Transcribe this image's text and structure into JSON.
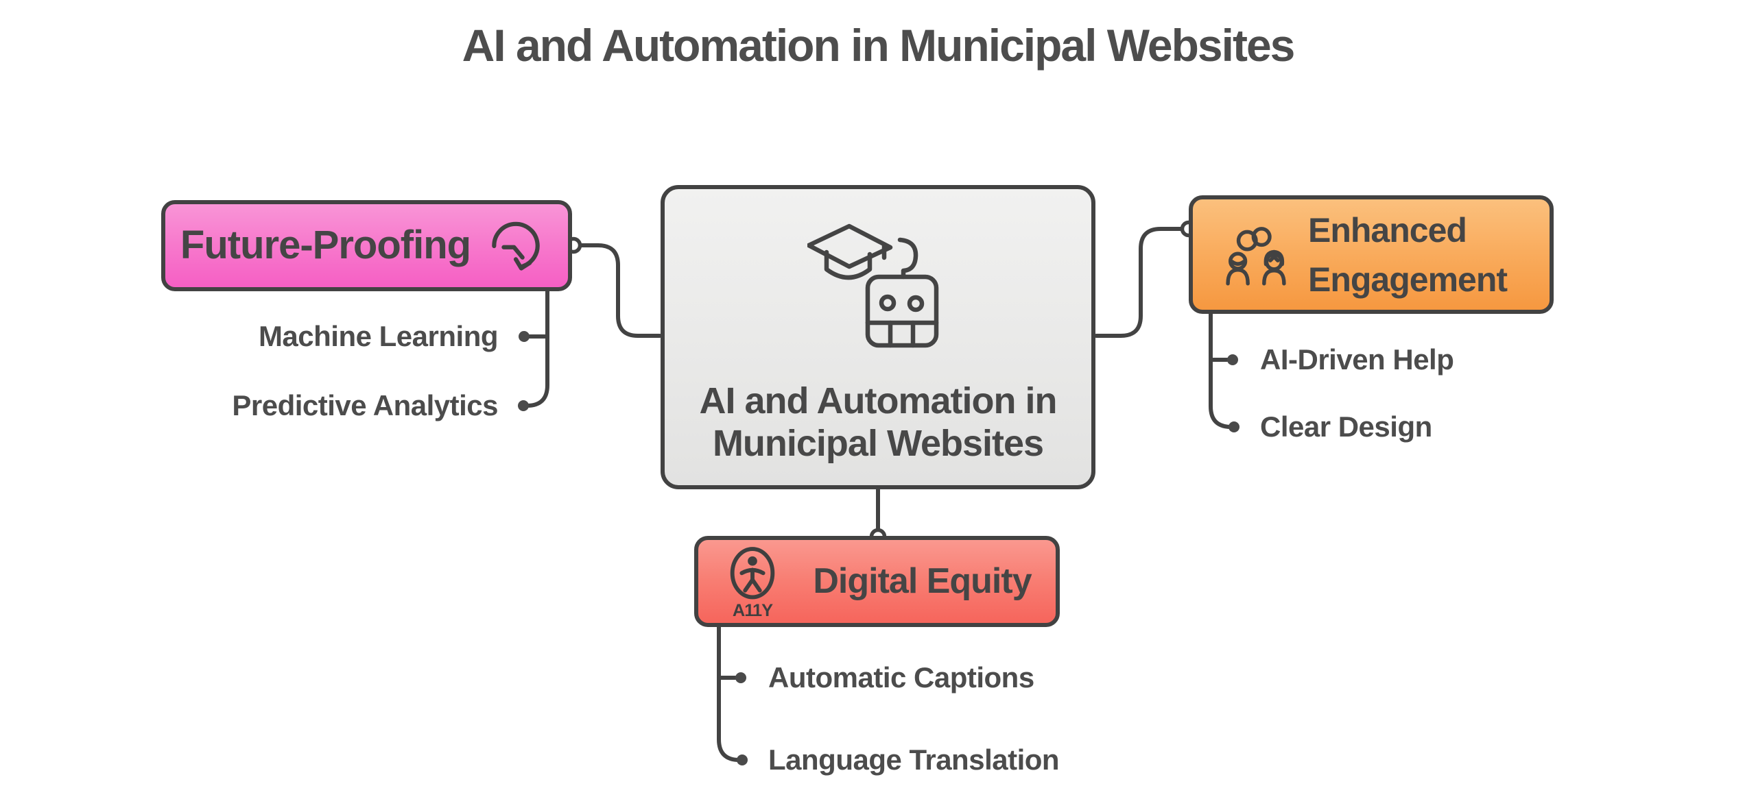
{
  "title": "AI and Automation in Municipal Websites",
  "center_node": {
    "lines": [
      "AI and Automation in",
      "Municipal Websites"
    ],
    "icon": "graduation-cap-robot"
  },
  "branches": {
    "future_proofing": {
      "label": "Future-Proofing",
      "icon": "history-arrow",
      "children": [
        "Machine Learning",
        "Predictive Analytics"
      ]
    },
    "enhanced_engagement": {
      "lines": [
        "Enhanced",
        "Engagement"
      ],
      "icon": "people-connection",
      "children": [
        "AI-Driven Help",
        "Clear Design"
      ]
    },
    "digital_equity": {
      "label": "Digital Equity",
      "icon": "accessibility",
      "badge": "A11Y",
      "children": [
        "Automatic Captions",
        "Language Translation"
      ]
    }
  },
  "colors": {
    "background": "#ffffff",
    "line": "#434343",
    "text": "#4a4a4a",
    "pink": "#f65fc4",
    "orange": "#f69840",
    "red": "#f6655c",
    "center_gray": "#e8e8e7"
  }
}
